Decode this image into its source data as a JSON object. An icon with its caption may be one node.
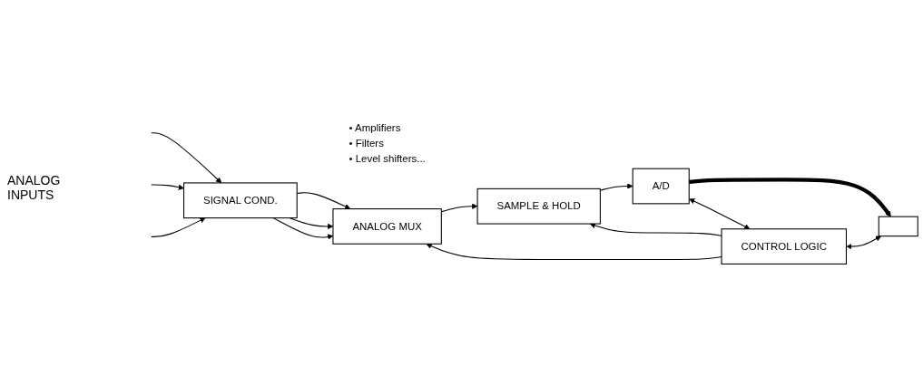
{
  "diagram": {
    "nodes": [
      {
        "text": [
          "SIGNAL COND."
        ],
        "beside": [
          "• Amplifiers",
          "• Filters",
          "• Level shifters..."
        ]
      },
      {
        "text": [
          "ANALOG MUX"
        ]
      },
      {
        "text": [
          "SAMPLE & HOLD"
        ]
      },
      {
        "text": [
          "A/D"
        ]
      },
      {
        "text": [
          "CONTROL LOGIC"
        ]
      },
      {
        "text": [],
        "shape": "box"
      }
    ],
    "edges": [
      {
        "from": null,
        "to": 0,
        "arrow": "to"
      },
      {
        "from": null,
        "to": 0,
        "arrow": "to"
      },
      {
        "from": null,
        "to": 0,
        "arrow": "to"
      },
      {
        "from": 0,
        "to": 1,
        "arrow": "to"
      },
      {
        "from": 0,
        "to": 1,
        "arrow": "to"
      },
      {
        "from": 0,
        "to": 1,
        "arrow": "to"
      },
      {
        "from": 1,
        "to": 2,
        "arrow": "to"
      },
      {
        "from": 2,
        "to": 3,
        "arrow": "to"
      },
      {
        "from": 3,
        "to": 5,
        "arrow": "to",
        "style": "thick"
      },
      {
        "from": 4,
        "to": 2,
        "arrow": "to"
      },
      {
        "from": 3,
        "to": 4,
        "arrow": "both"
      },
      {
        "from": 4,
        "to": 1,
        "arrow": "to"
      },
      {
        "from": 4,
        "to": 5,
        "arrow": "both"
      }
    ],
    "labels": [
      "ANALOG INPUTS"
    ]
  }
}
